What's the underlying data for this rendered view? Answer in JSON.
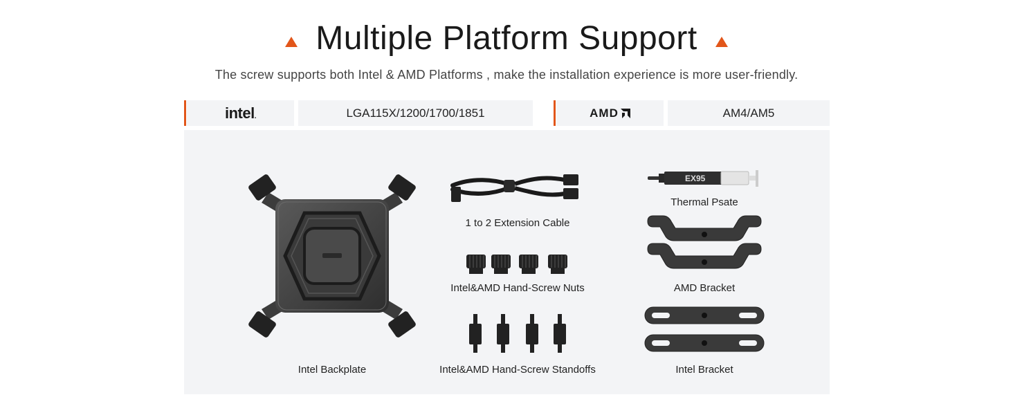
{
  "header": {
    "title": "Multiple Platform Support",
    "subtitle": "The screw supports both Intel & AMD Platforms , make the installation experience is more user-friendly.",
    "accent_color": "#e2561a"
  },
  "platforms": {
    "intel": {
      "logo_text": "intel",
      "sockets": "LGA115X/1200/1700/1851"
    },
    "amd": {
      "logo_text": "AMD",
      "sockets": "AM4/AM5"
    }
  },
  "items": {
    "backplate": "Intel Backplate",
    "cable": "1 to 2 Extension Cable",
    "nuts": "Intel&AMD Hand-Screw Nuts",
    "standoffs": "Intel&AMD Hand-Screw Standoffs",
    "thermal": "Thermal Psate",
    "thermal_brand": "EX95",
    "amd_bracket": "AMD Bracket",
    "intel_bracket": "Intel Bracket"
  }
}
